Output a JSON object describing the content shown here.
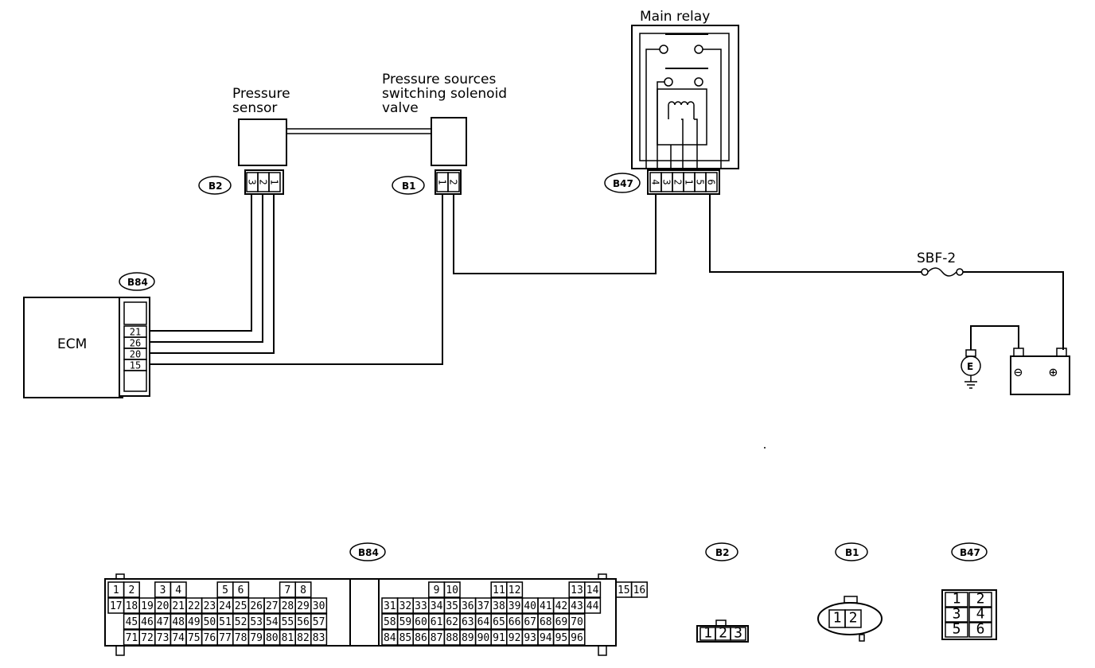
{
  "labels": {
    "main_relay": "Main relay",
    "pressure_sensor_line1": "Pressure",
    "pressure_sensor_line2": "sensor",
    "solenoid_line1": "Pressure sources",
    "solenoid_line2": "switching solenoid",
    "solenoid_line3": "valve",
    "ecm": "ECM",
    "fuse": "SBF-2",
    "earth": "E",
    "battery_neg": "⊖",
    "battery_pos": "⊕"
  },
  "connectors": {
    "b2": {
      "tag": "B2",
      "pins": [
        "3",
        "2",
        "1"
      ]
    },
    "b1": {
      "tag": "B1",
      "pins": [
        "1",
        "2"
      ]
    },
    "b47": {
      "tag": "B47",
      "pins": [
        "4",
        "3",
        "2",
        "1",
        "5",
        "6"
      ]
    },
    "b84": {
      "tag": "B84",
      "pins": [
        "21",
        "26",
        "20",
        "15"
      ]
    }
  },
  "faces": {
    "b84": {
      "tag": "B84",
      "row1": [
        "1",
        "2",
        "3",
        "4",
        "5",
        "6",
        "7",
        "8",
        "9",
        "10",
        "11",
        "12",
        "13",
        "14",
        "15",
        "16"
      ],
      "row2": [
        "17",
        "18",
        "19",
        "20",
        "21",
        "22",
        "23",
        "24",
        "25",
        "26",
        "27",
        "28",
        "29",
        "30",
        "31",
        "32",
        "33",
        "34",
        "35",
        "36",
        "37",
        "38",
        "39",
        "40",
        "41",
        "42",
        "43",
        "44"
      ],
      "row3": [
        "45",
        "46",
        "47",
        "48",
        "49",
        "50",
        "51",
        "52",
        "53",
        "54",
        "55",
        "56",
        "57",
        "58",
        "59",
        "60",
        "61",
        "62",
        "63",
        "64",
        "65",
        "66",
        "67",
        "68",
        "69",
        "70"
      ],
      "row4": [
        "71",
        "72",
        "73",
        "74",
        "75",
        "76",
        "77",
        "78",
        "79",
        "80",
        "81",
        "82",
        "83",
        "84",
        "85",
        "86",
        "87",
        "88",
        "89",
        "90",
        "91",
        "92",
        "93",
        "94",
        "95",
        "96"
      ]
    },
    "b2": {
      "tag": "B2",
      "pins": [
        "1",
        "2",
        "3"
      ]
    },
    "b1": {
      "tag": "B1",
      "pins": [
        "1",
        "2"
      ]
    },
    "b47": {
      "tag": "B47",
      "pins": [
        "1",
        "2",
        "3",
        "4",
        "5",
        "6"
      ]
    }
  }
}
